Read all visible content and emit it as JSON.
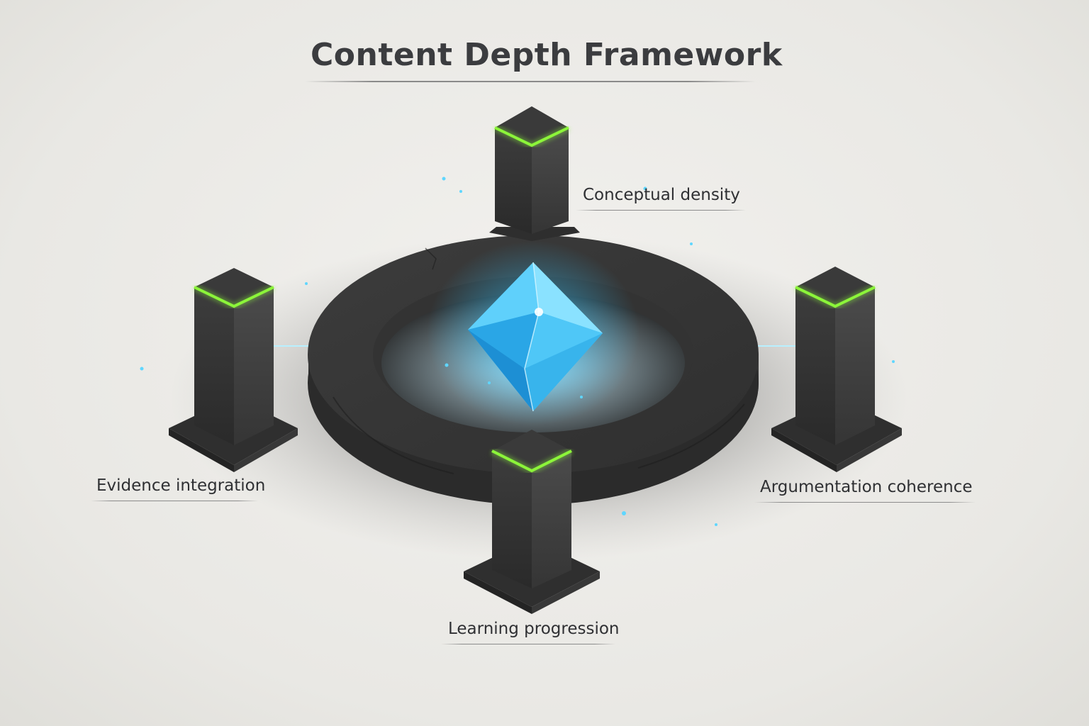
{
  "title": "Content Depth Framework",
  "labels": {
    "top": "Conceptual density",
    "left": "Evidence integration",
    "right": "Argumentation coherence",
    "bottom": "Learning progression"
  },
  "colors": {
    "pillar_glow": "#8cf53a",
    "beam": "#35c8ff",
    "crystal": "#4fc3f7",
    "stone": "#3a3a3a",
    "background": "#ecebe8"
  },
  "icons": [
    "stone-ring",
    "crystal-icon",
    "stone-pillar"
  ]
}
